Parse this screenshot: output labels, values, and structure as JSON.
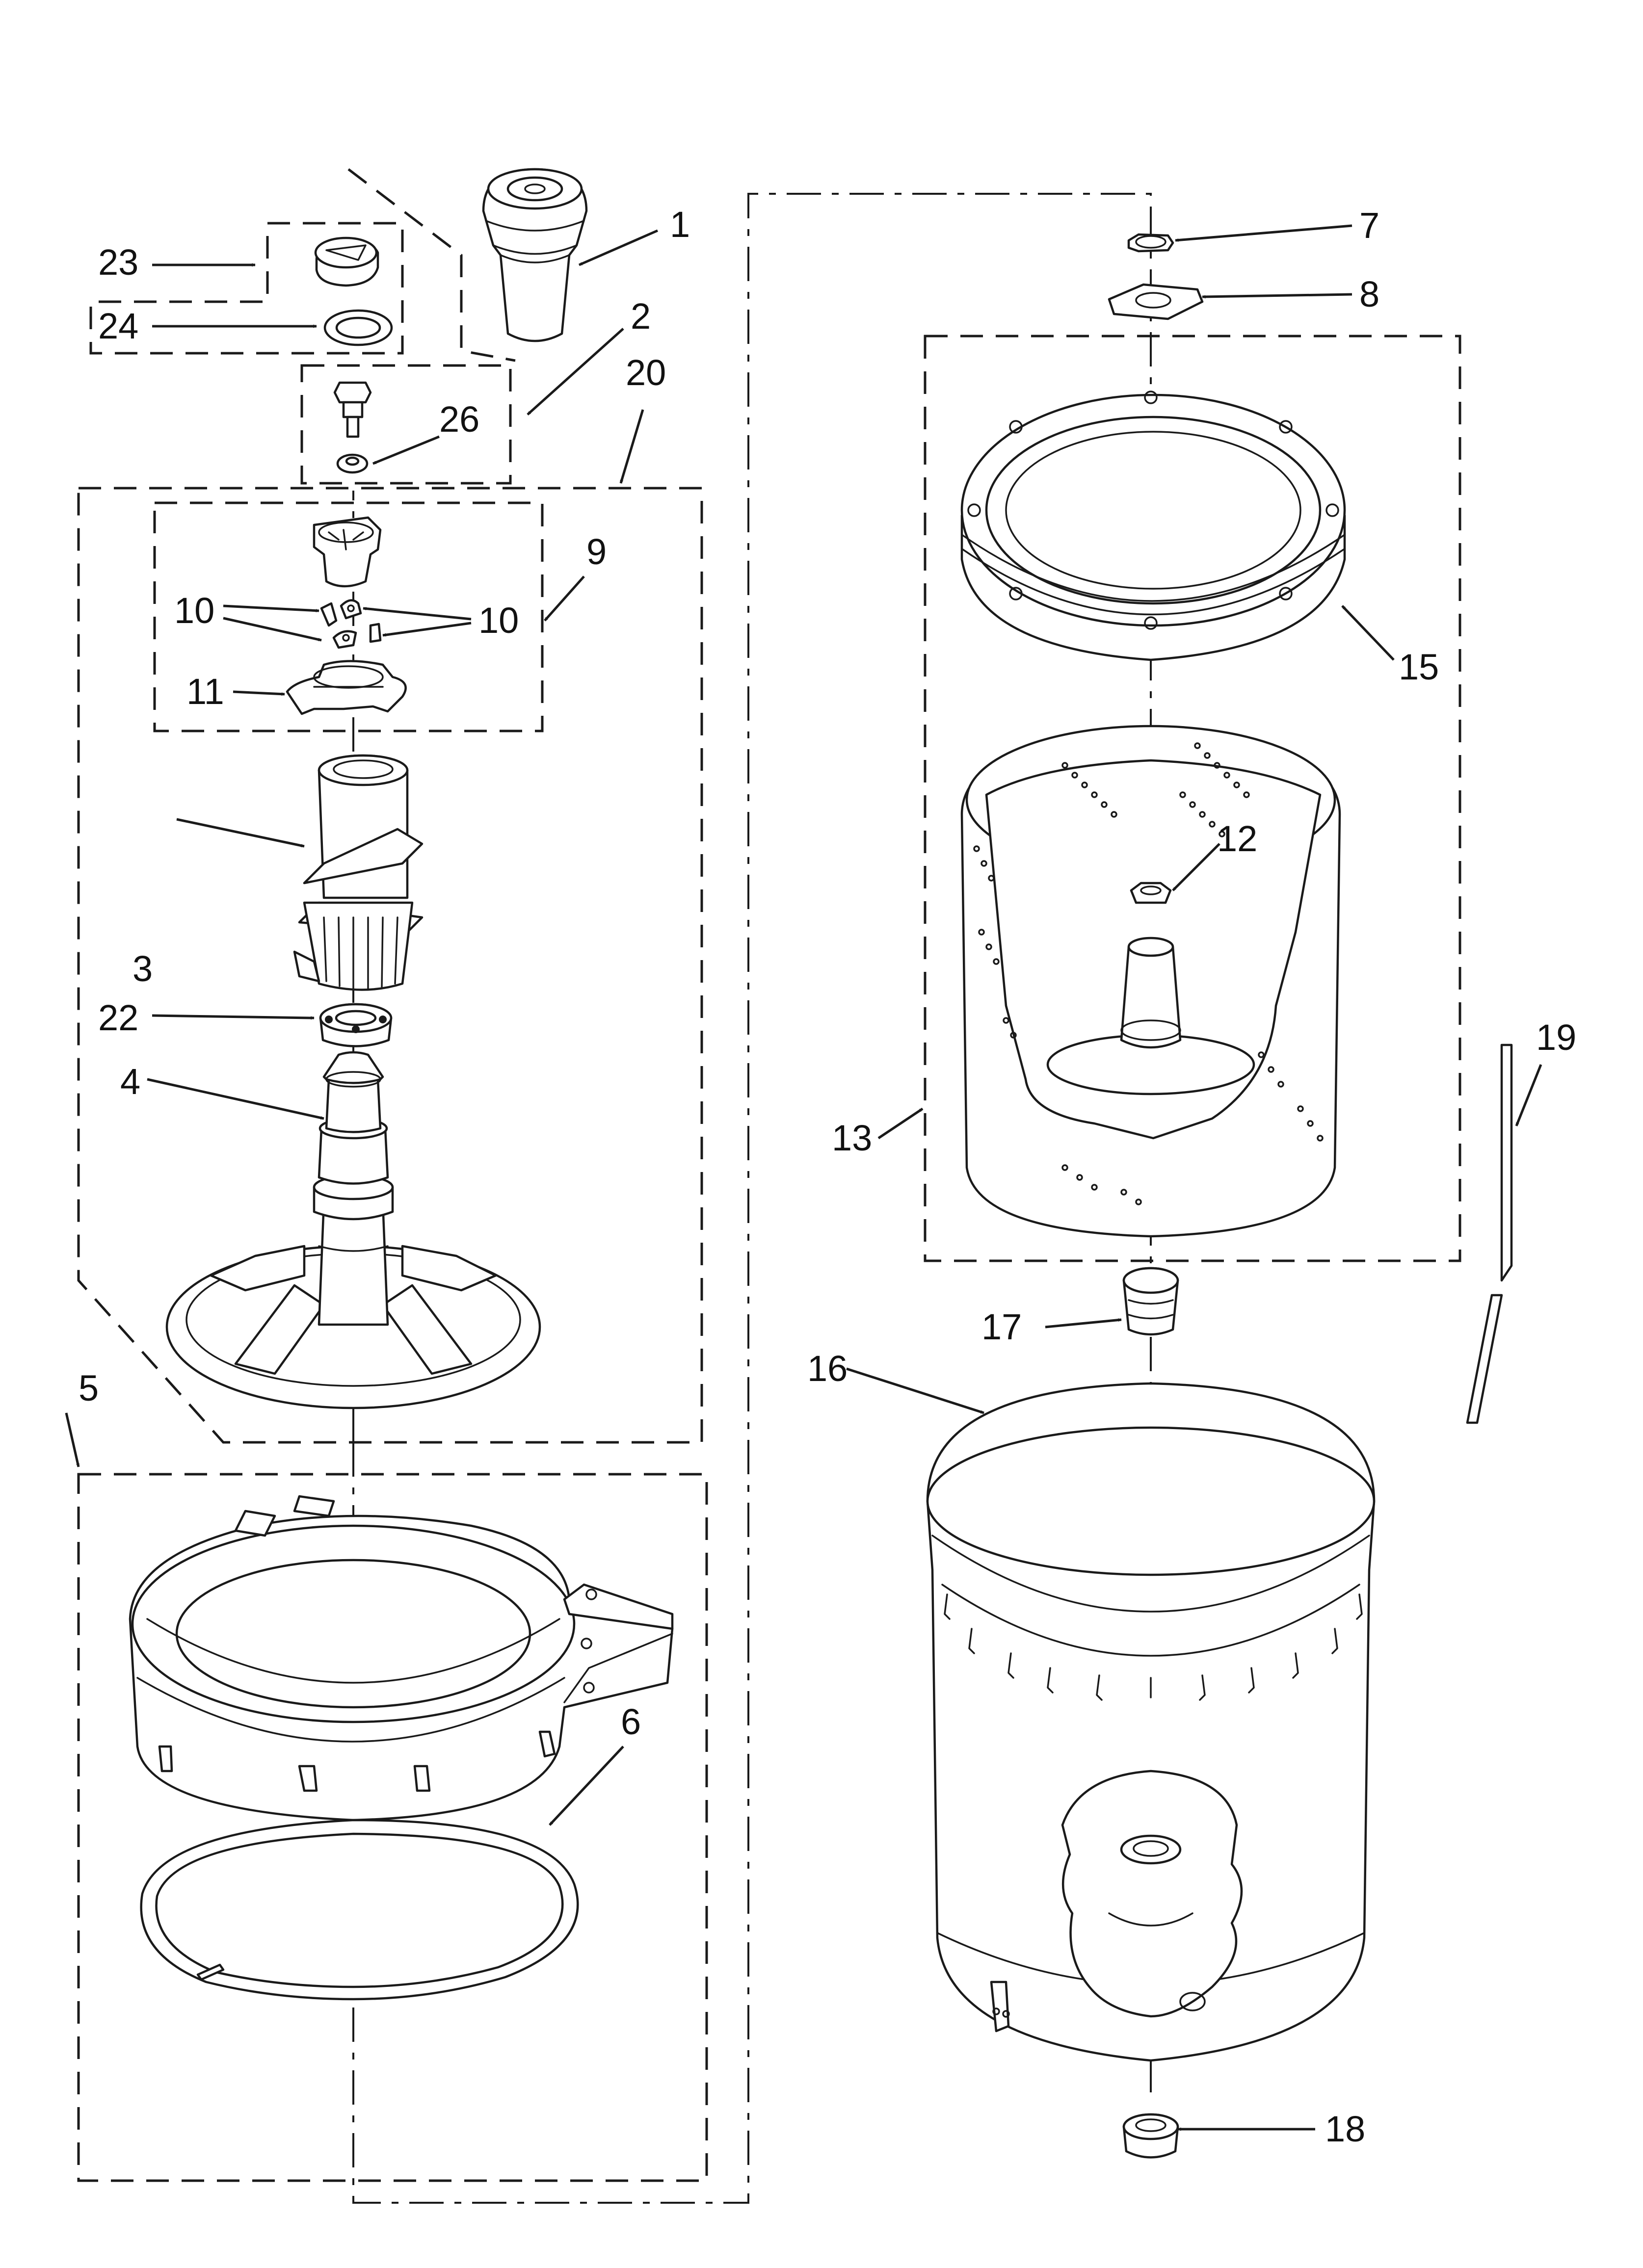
{
  "diagram": {
    "callouts": {
      "c1": "1",
      "c2": "2",
      "c3": "3",
      "c4": "4",
      "c5": "5",
      "c6": "6",
      "c7": "7",
      "c8": "8",
      "c9": "9",
      "c10a": "10",
      "c10b": "10",
      "c11": "11",
      "c12": "12",
      "c13": "13",
      "c15": "15",
      "c16": "16",
      "c17": "17",
      "c18": "18",
      "c19": "19",
      "c20": "20",
      "c22": "22",
      "c23": "23",
      "c24": "24",
      "c26": "26"
    }
  }
}
